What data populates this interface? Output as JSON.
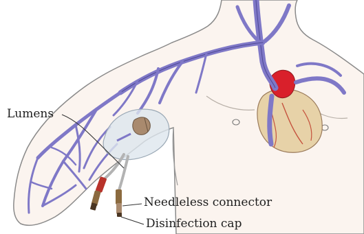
{
  "labels": {
    "lumens": "Lumens",
    "needleless_connector": "Needleless connector",
    "disinfection_cap": "Disinfection cap"
  },
  "colors": {
    "skin": "#fbf4ef",
    "skin_outline": "#8a8a8a",
    "vein": "#7f78c7",
    "vein_outline": "#4f4996",
    "heart": "#e7d2a8",
    "heart_vessel": "#c5523d",
    "atrium": "#d9202b",
    "catheter": "#dde6ee",
    "cap_red": "#b8322a",
    "connector": "#8b6a3f"
  }
}
